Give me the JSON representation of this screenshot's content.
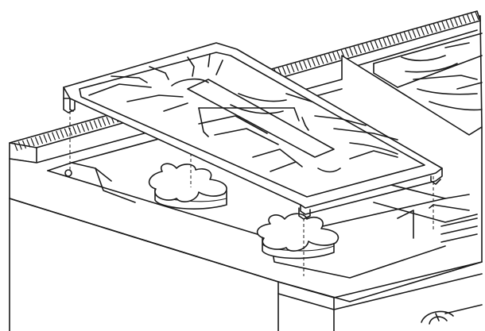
{
  "figure": {
    "subject": "range-top-grate-installation",
    "colors": {
      "line": "#1a1a1a",
      "background": "#ffffff"
    },
    "counts": {
      "burner_caps": 2,
      "grate_feet": 4,
      "alignment_lines": 4
    }
  }
}
